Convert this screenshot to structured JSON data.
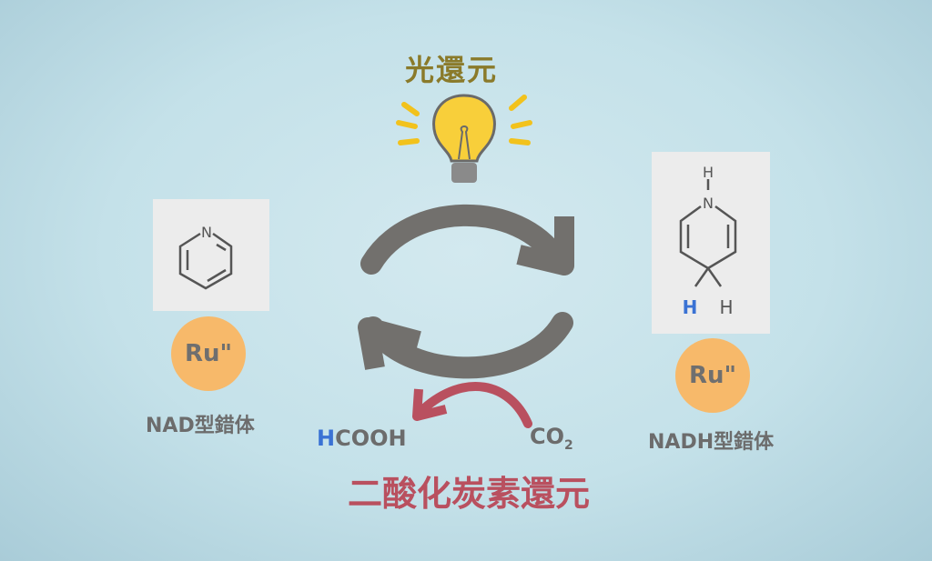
{
  "title": "光還元",
  "left": {
    "metal": "Ru\"",
    "label": "NAD型錯体",
    "ring_atom": "N"
  },
  "right": {
    "metal": "Ru\"",
    "label": "NADH型錯体",
    "top_atom": "H",
    "n_atom": "N",
    "h_blue": "H",
    "h_gray": "H"
  },
  "product": {
    "h": "H",
    "rest": "COOH"
  },
  "reactant": {
    "c": "CO",
    "sub": "2"
  },
  "bottom_title": "二酸化炭素還元",
  "colors": {
    "arrow": "#72706d",
    "red": "#b9505f",
    "blue": "#3a72d4",
    "orange": "#f7b96a",
    "title": "#8a7a2a"
  }
}
